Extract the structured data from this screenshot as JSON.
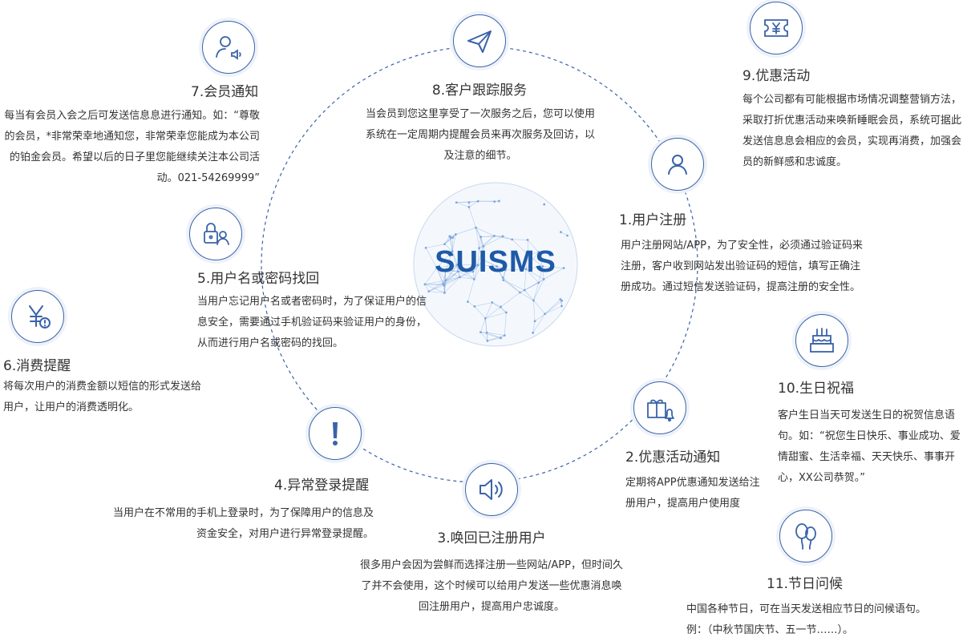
{
  "brand": "SUISMS",
  "colors": {
    "accent": "#3a63a8",
    "text": "#333333",
    "globe": "#7fa6da"
  },
  "items": {
    "n1": {
      "title": "1.用户注册",
      "icon": "user-icon",
      "desc": "用户注册网站/APP，为了安全性，必须通过验证码来注册，客户收到网站发出验证码的短信，填写正确注册成功。通过短信发送验证码，提高注册的安全性。"
    },
    "n2": {
      "title": "2.优惠活动通知",
      "icon": "gift-bell-icon",
      "desc": "定期将APP优惠通知发送给注册用户，提高用户使用度"
    },
    "n3": {
      "title": "3.唤回已注册用户",
      "icon": "speaker-icon",
      "desc": "很多用户会因为尝鲜而选择注册一些网站/APP，但时间久了并不会使用，这个时候可以给用户发送一些优惠消息唤回注册用户，提高用户忠诚度。"
    },
    "n4": {
      "title": "4.异常登录提醒",
      "icon": "exclamation-icon",
      "desc": "当用户在不常用的手机上登录时，为了保障用户的信息及资金安全，对用户进行异常登录提醒。"
    },
    "n5": {
      "title": "5.用户名或密码找回",
      "icon": "lock-user-icon",
      "desc": "当用户忘记用户名或者密码时，为了保证用户的信息安全，需要通过手机验证码来验证用户的身份，从而进行用户名或密码的找回。"
    },
    "n6": {
      "title": "6.消费提醒",
      "icon": "yen-alert-icon",
      "desc": "将每次用户的消费金额以短信的形式发送给用户，让用户的消费透明化。"
    },
    "n7": {
      "title": "7.会员通知",
      "icon": "user-speaker-icon",
      "desc": "每当有会员入会之后可发送信息息进行通知。如：“尊敬的会员，*非常荣幸地通知您，非常荣幸您能成为本公司的铂金会员。希望以后的日子里您能继续关注本公司活动。021-54269999”"
    },
    "n8": {
      "title": "8.客户跟踪服务",
      "icon": "paper-plane-icon",
      "desc": "当会员到您这里享受了一次服务之后，您可以使用系统在一定周期内提醒会员来再次服务及回访，以及注意的细节。"
    },
    "n9": {
      "title": "9.优惠活动",
      "icon": "yen-ticket-icon",
      "desc": "每个公司都有可能根据市场情况调整营销方法，采取打折优惠活动来唤新睡眠会员，系统可据此发送信息息会相应的会员，实现再消费，加强会员的新鲜感和忠诚度。"
    },
    "n10": {
      "title": "10.生日祝福",
      "icon": "birthday-cake-icon",
      "desc": "客户生日当天可发送生日的祝贺信息语句。如：“祝您生日快乐、事业成功、爱情甜蜜、生活幸福、天天快乐、事事开心，XX公司恭贺。”"
    },
    "n11": {
      "title": "11.节日问候",
      "icon": "balloons-icon",
      "desc": "中国各种节日，可在当天发送相应节日的问候语句。例：（中秋节国庆节、五一节……）。"
    }
  }
}
